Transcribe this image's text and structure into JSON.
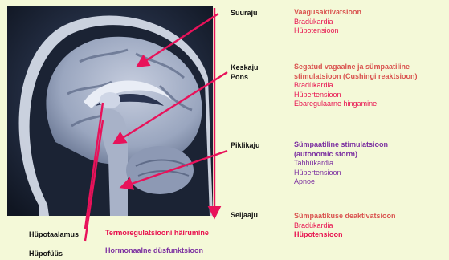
{
  "colors": {
    "background": "#f4f9d8",
    "arrow": "#e8125a",
    "red": "#e8124f",
    "orange": "#d9534f",
    "purple": "#7b2fa0"
  },
  "regions": [
    {
      "label_lines": [
        "Suuraju"
      ],
      "effects": [
        {
          "text": "Vaagusaktivatsioon",
          "color": "orange",
          "bold": true
        },
        {
          "text": "Bradükardia",
          "color": "red",
          "bold": false
        },
        {
          "text": "Hüpotensioon",
          "color": "red",
          "bold": false
        }
      ]
    },
    {
      "label_lines": [
        "Keskaju",
        "Pons"
      ],
      "effects": [
        {
          "text": "Segatud vagaalne ja sümpaatiline",
          "color": "orange",
          "bold": true
        },
        {
          "text": "stimulatsioon (Cushingi reaktsioon)",
          "color": "orange",
          "bold": true
        },
        {
          "text": "Bradükardia",
          "color": "red",
          "bold": false
        },
        {
          "text": "Hüpertensioon",
          "color": "red",
          "bold": false
        },
        {
          "text": "Ebaregulaarne hingamine",
          "color": "red",
          "bold": false
        }
      ]
    },
    {
      "label_lines": [
        "Piklikaju"
      ],
      "effects": [
        {
          "text": "Sümpaatiline stimulatsioon",
          "color": "purple",
          "bold": true
        },
        {
          "text": "(autonomic storm)",
          "color": "purple",
          "bold": true
        },
        {
          "text": "Tahhükardia",
          "color": "purple",
          "bold": false
        },
        {
          "text": "Hüpertensioon",
          "color": "purple",
          "bold": false
        },
        {
          "text": "Apnoe",
          "color": "purple",
          "bold": false
        }
      ]
    },
    {
      "label_lines": [
        "Seljaaju"
      ],
      "effects": [
        {
          "text": "Sümpaatikuse deaktivatsioon",
          "color": "orange",
          "bold": true
        },
        {
          "text": "Bradükardia",
          "color": "red",
          "bold": false
        },
        {
          "text": "Hüpotensioon",
          "color": "red",
          "bold": true
        }
      ]
    }
  ],
  "bottom": [
    {
      "label": "Hüpotaalamus",
      "effect": "Termoregulatsiooni häirumine",
      "color": "red"
    },
    {
      "label": "Hüpofüüs",
      "effect": "Hormonaalne düsfunktsioon",
      "color": "purple"
    }
  ]
}
